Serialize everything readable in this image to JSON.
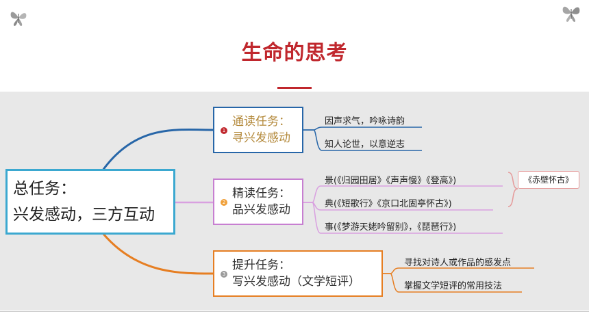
{
  "title": "生命的思考",
  "root": {
    "line1": "总任务：",
    "line2": "兴发感动，三方互动"
  },
  "tasks": [
    {
      "number": "1",
      "line1": "通读任务：",
      "line2": "寻兴发感动",
      "color": "#2766a8",
      "items": [
        "因声求气，吟咏诗韵",
        "知人论世，以意逆志"
      ]
    },
    {
      "number": "2",
      "line1": "精读任务：",
      "line2": "品兴发感动",
      "color": "#c77fd1",
      "items": [
        "景(《归园田居》《声声慢》《登高》)",
        "典(《短歌行》《京口北固亭怀古》)",
        "事(《梦游天姥吟留别》，《琵琶行》)"
      ]
    },
    {
      "number": "3",
      "line1": "提升任务：",
      "line2": "写兴发感动（文学短评）",
      "color": "#e67e22",
      "items": [
        "寻找对诗人或作品的感发点",
        "掌握文学短评的常用技法"
      ]
    }
  ],
  "reference": "《赤壁怀古》",
  "colors": {
    "title": "#c0272d",
    "root_border": "#3ba8d0",
    "panel": "#e8e8e8"
  },
  "icons": [
    "butterfly-icon-left",
    "butterfly-icon-right"
  ]
}
